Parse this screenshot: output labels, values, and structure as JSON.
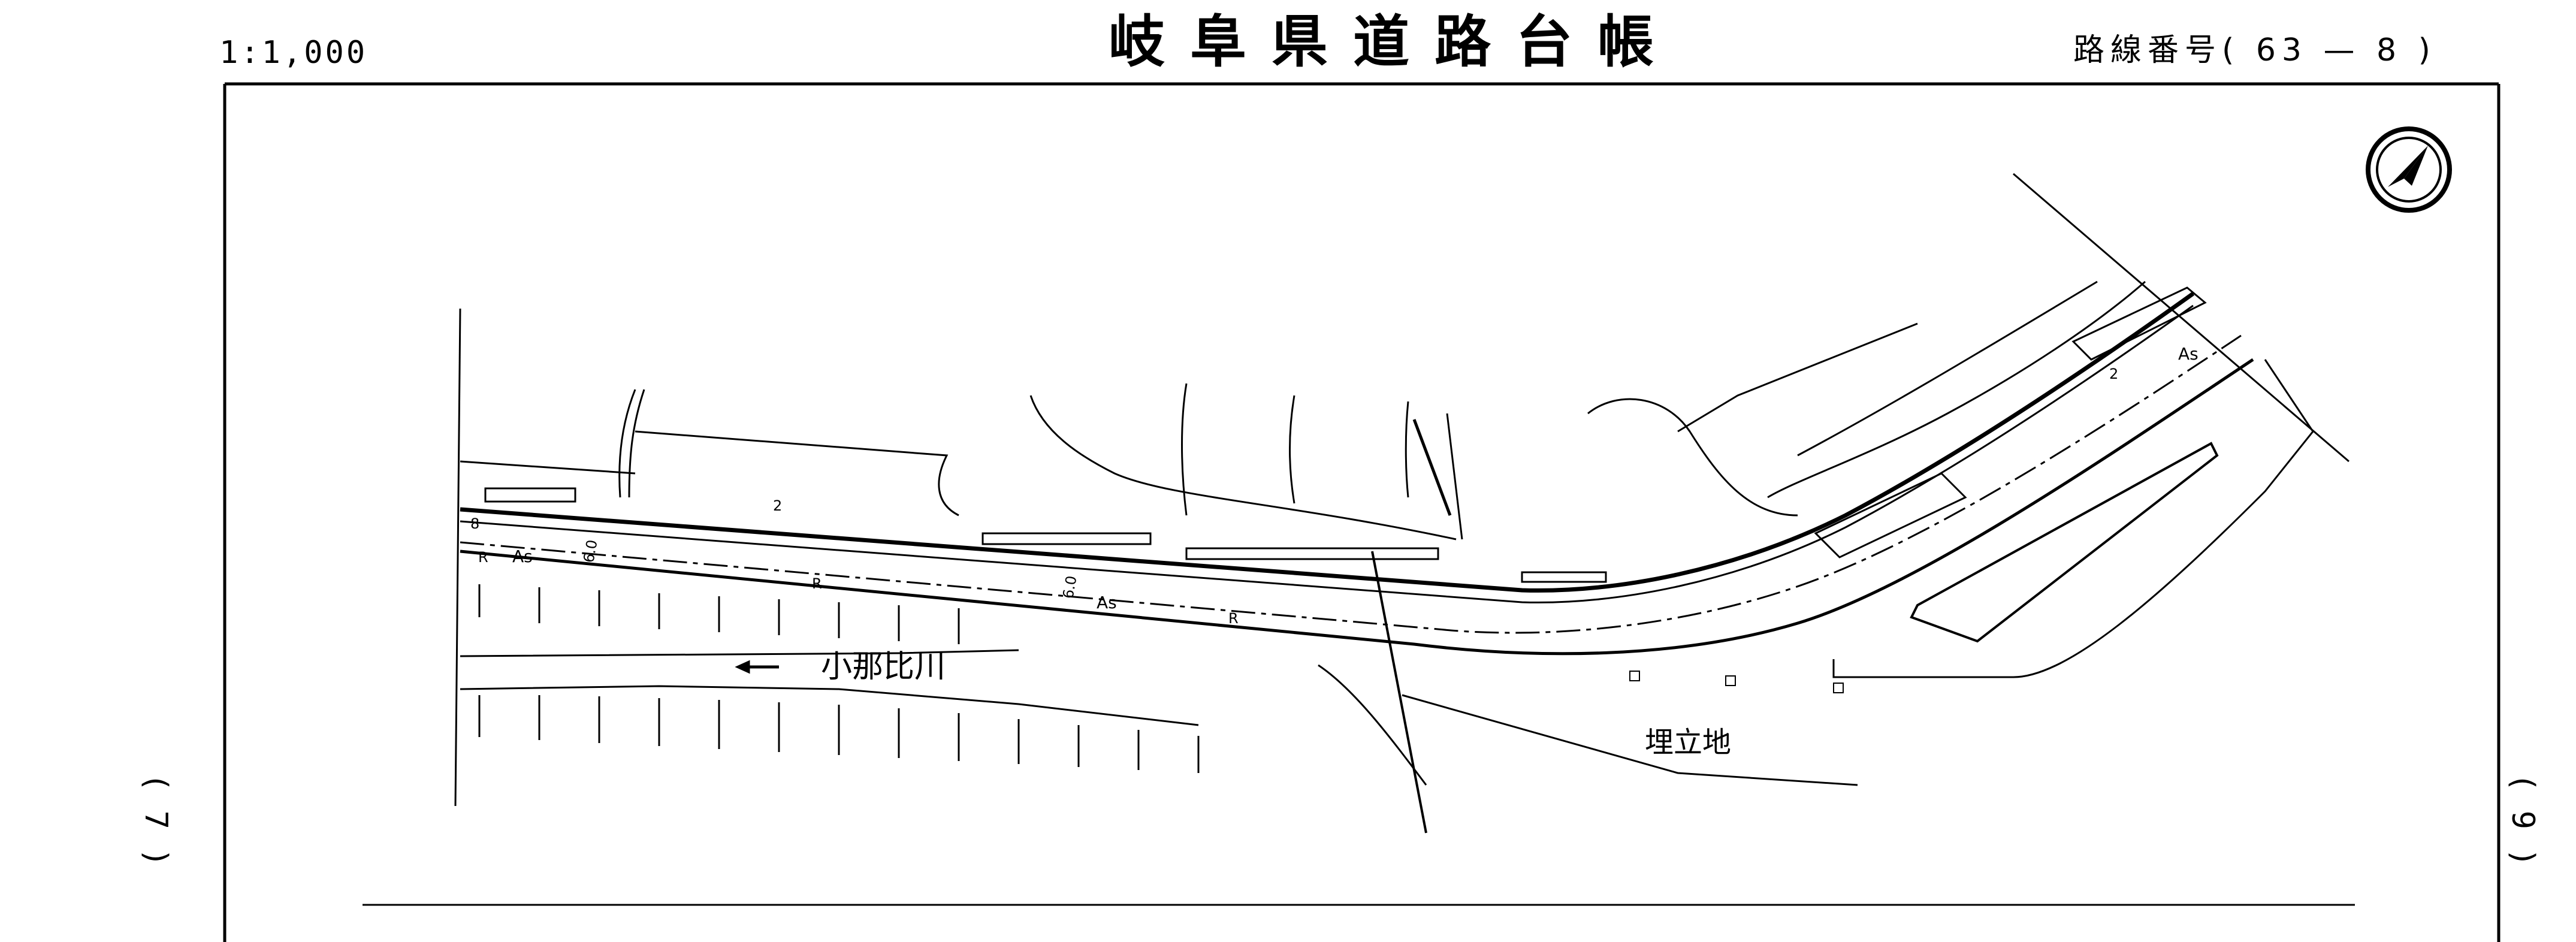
{
  "header": {
    "scale": "1:1,000",
    "title": "岐阜県道路台帳",
    "route_label": "路線番号",
    "route_number": "( 63 — 8 )"
  },
  "side_page_numbers": {
    "left": "( 7 )",
    "right": "( 9 )"
  },
  "map": {
    "labels": {
      "river_name": "小那比川",
      "landfill": "埋立地",
      "pavement_left": "As",
      "pavement_mid": "As",
      "pavement_right": "As",
      "width_left": "6.0",
      "width_mid": "6.0",
      "station_8": "8",
      "station_2": "2",
      "station_2_right": "2",
      "retaining_r1": "R",
      "retaining_r2": "R",
      "retaining_r3": "R"
    },
    "icons": [
      "north-arrow-icon",
      "river-flow-arrow-icon"
    ]
  }
}
